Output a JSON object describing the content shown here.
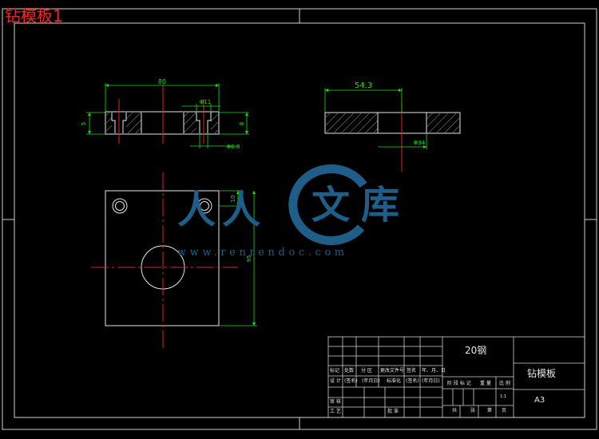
{
  "document_title": "钻模板1",
  "watermark": {
    "chars": [
      "人",
      "人",
      "文",
      "库"
    ],
    "url": "www.renrendoc.com"
  },
  "dimensions": {
    "length_80": "80",
    "hole_11": "Φ11",
    "height_5": "5",
    "height_8": "8",
    "hole_6_6": "Φ6.6",
    "width_54_3": "54.3",
    "bore_34": "Φ34",
    "offset_10": "10",
    "height_95": "95"
  },
  "title_block": {
    "material": "20钢",
    "part_name": "钻模板",
    "sheet_size": "A3",
    "scale": "1:1",
    "header_row": {
      "mark": "标记",
      "count": "处数",
      "zone": "分 区",
      "change_doc": "更改文件号",
      "signature": "签名",
      "date": "年、月、日"
    },
    "design_row": {
      "design": "设 计",
      "sign1": "(签名)",
      "date1": "(年月日)",
      "standardize": "标准化",
      "sign2": "(签名)",
      "date2": "(年月日)"
    },
    "review": "审 核",
    "process": "工 艺",
    "approve": "批 准",
    "stage_labels": {
      "stage_mark": "阶 段 标 记",
      "weight": "重 量",
      "ratio": "比 例"
    },
    "sheets_row": {
      "total": "共",
      "sheets": "张",
      "page": "第",
      "page_unit": "页"
    }
  }
}
